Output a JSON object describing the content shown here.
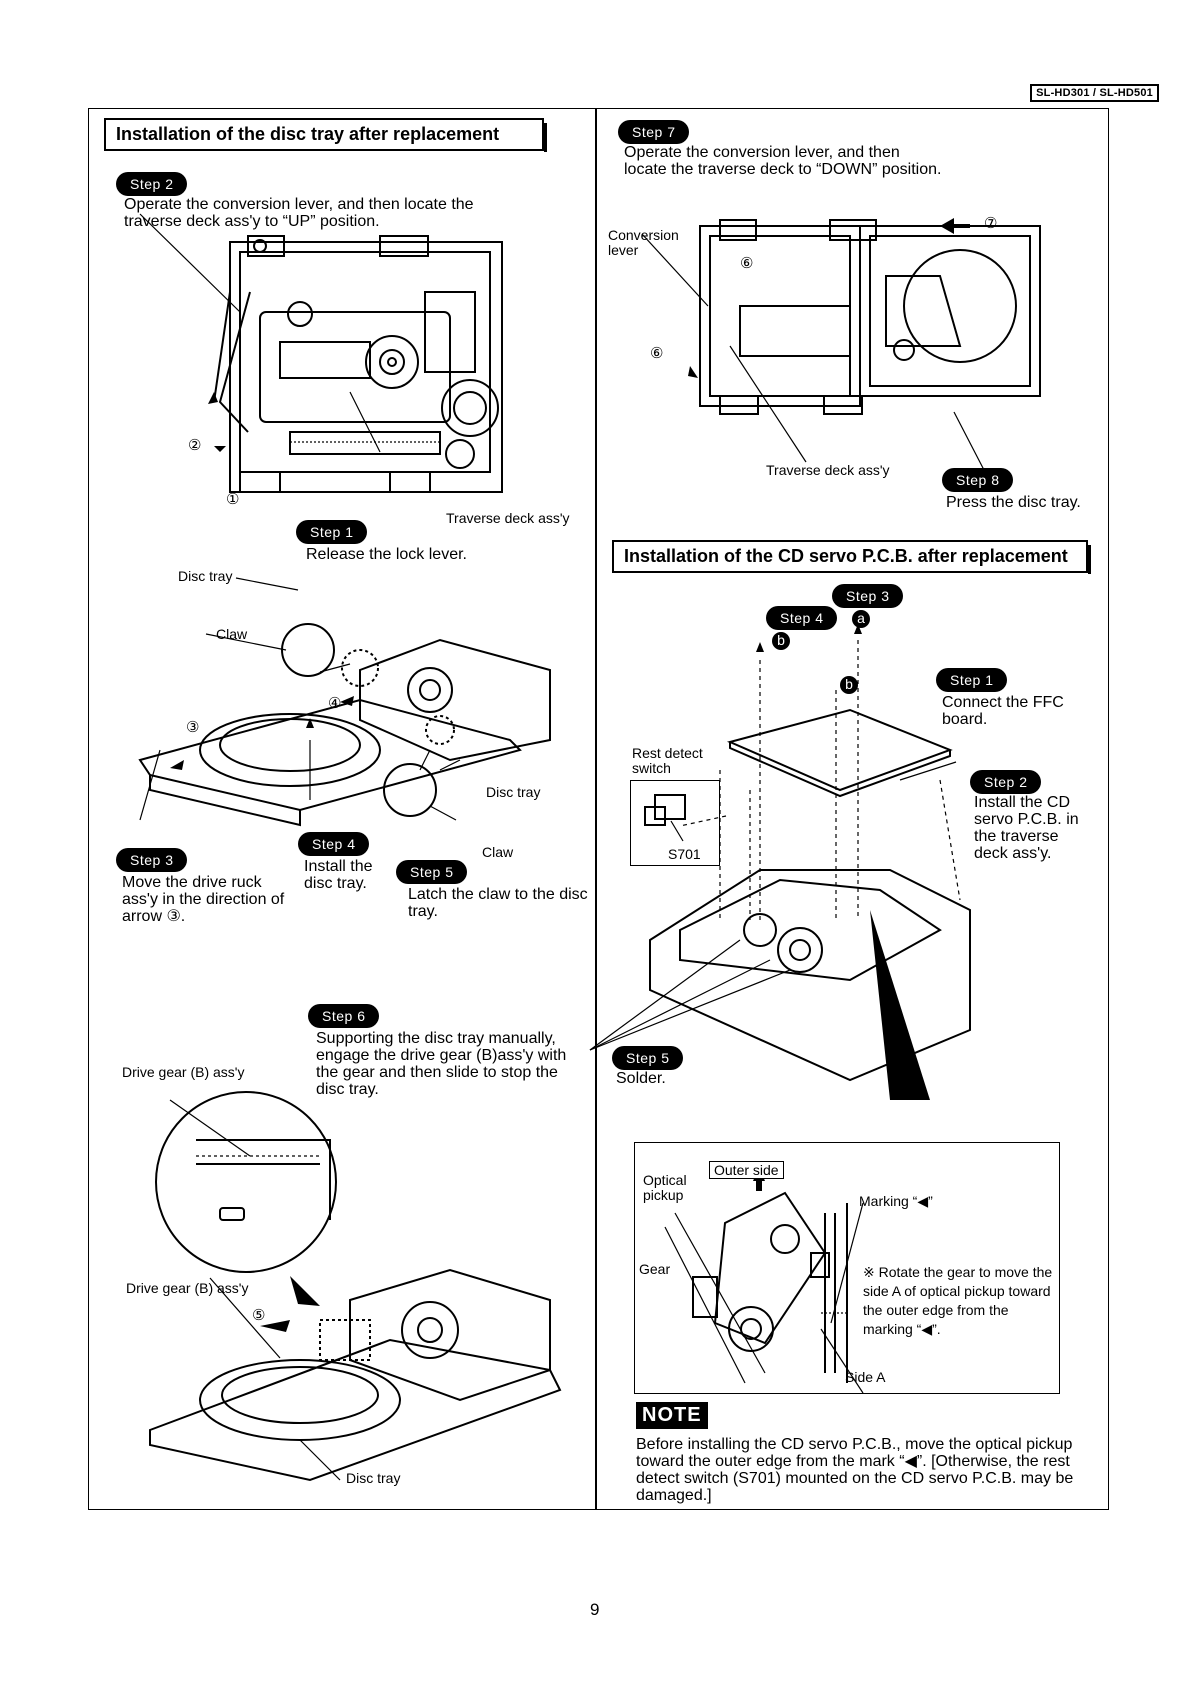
{
  "header": {
    "model": "SL-HD301 / SL-HD501"
  },
  "left": {
    "title": "Installation of the disc tray after replacement",
    "step2": {
      "badge": "Step 2",
      "text": "Operate the conversion lever, and then locate the traverse deck ass'y to “UP” position."
    },
    "fig1_labels": {
      "c2": "②",
      "c1": "①",
      "traverse": "Traverse deck ass'y"
    },
    "step1": {
      "badge": "Step 1",
      "text": "Release the lock lever."
    },
    "fig2_labels": {
      "disc_tray_top": "Disc tray",
      "claw_top": "Claw",
      "c3": "③",
      "c4": "④",
      "disc_tray_right": "Disc tray",
      "claw_right": "Claw"
    },
    "step3": {
      "badge": "Step 3",
      "text": "Move the drive ruck ass'y in the direction of arrow ③."
    },
    "step4": {
      "badge": "Step 4",
      "text": "Install the disc tray."
    },
    "step5": {
      "badge": "Step 5",
      "text": "Latch the claw to the disc tray."
    },
    "step6": {
      "badge": "Step 6",
      "text": "Supporting the disc tray manually, engage the drive gear (B)ass'y with the gear and then slide to stop the disc tray."
    },
    "fig3_labels": {
      "drive_gear_top": "Drive gear (B) ass'y",
      "drive_gear_bottom": "Drive gear (B) ass'y",
      "c5": "⑤",
      "disc_tray": "Disc tray"
    }
  },
  "right": {
    "step7": {
      "badge": "Step 7",
      "text": "Operate the conversion lever, and then locate the traverse deck to “DOWN” position."
    },
    "fig4_labels": {
      "conversion": "Conversion lever",
      "c6a": "⑥",
      "c6b": "⑥",
      "c7": "⑦",
      "traverse": "Traverse deck ass'y"
    },
    "step8": {
      "badge": "Step 8",
      "text": "Press the disc tray."
    },
    "title": "Installation of the CD servo P.C.B. after replacement",
    "step3": {
      "badge": "Step 3"
    },
    "step4": {
      "badge": "Step 4"
    },
    "screw_a": "a",
    "screw_b1": "b",
    "screw_b2": "b",
    "step1": {
      "badge": "Step 1",
      "text": "Connect the FFC board."
    },
    "rest_detect": "Rest detect switch",
    "s701": "S701",
    "step2": {
      "badge": "Step 2",
      "text": "Install the CD servo P.C.B. in the traverse deck ass'y."
    },
    "step5": {
      "badge": "Step 5",
      "text": "Solder."
    },
    "inset": {
      "optical": "Optical pickup",
      "outer_side": "Outer side",
      "marking": "Marking “◀”",
      "gear": "Gear",
      "note": "※ Rotate the gear to move the side A of optical pickup toward the outer edge from the marking “◀”.",
      "side_a": "Side A"
    },
    "note": {
      "badge": "NOTE",
      "text": "Before installing the CD servo P.C.B., move the optical pickup toward the outer edge from the mark “◀”. [Otherwise, the rest detect switch (S701) mounted on the CD servo P.C.B. may be damaged.]"
    }
  },
  "footer": {
    "page": "9"
  }
}
